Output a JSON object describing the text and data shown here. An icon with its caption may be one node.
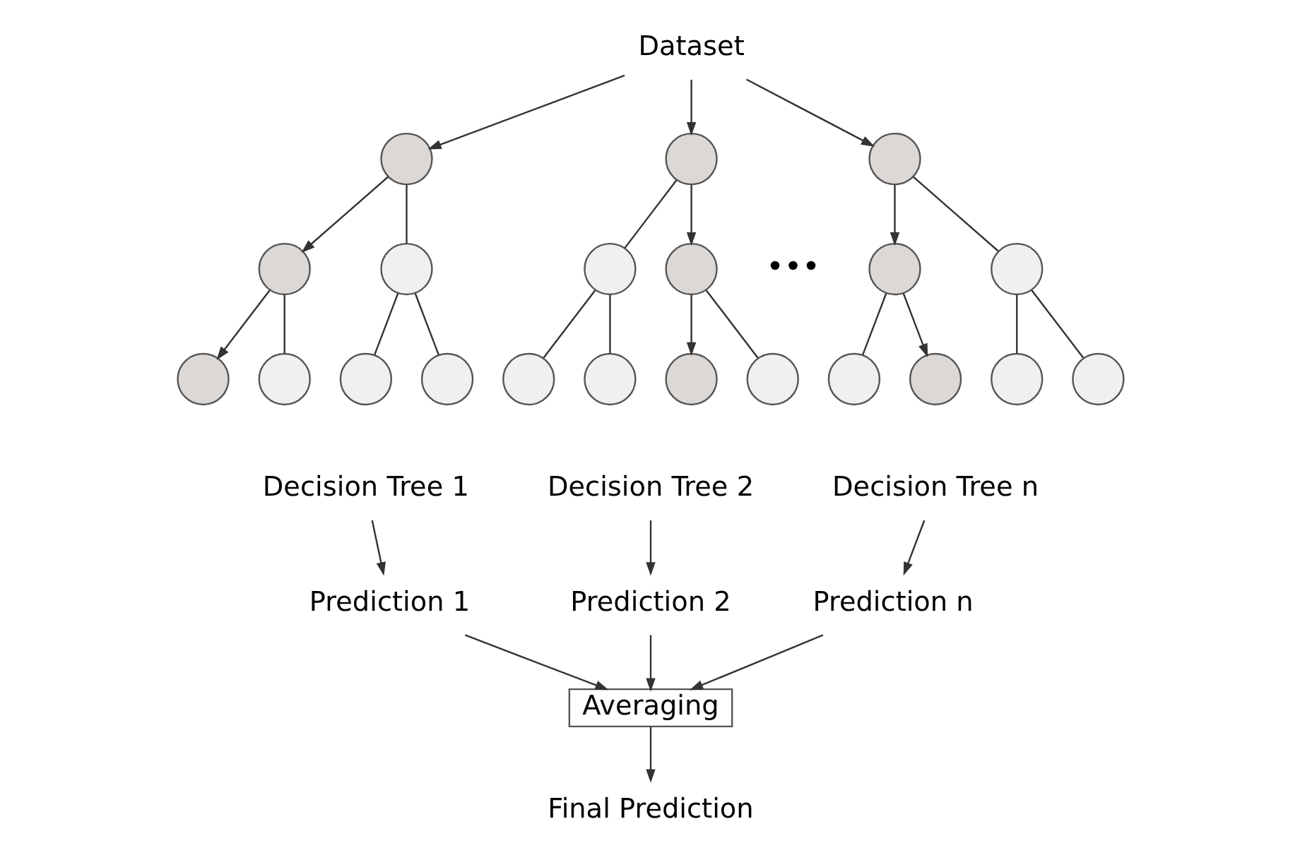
{
  "diagram": {
    "nodes": [
      {
        "text": [
          "Dataset"
        ]
      },
      {
        "text": [],
        "shape": "circle"
      },
      {
        "text": [],
        "shape": "circle"
      },
      {
        "text": [],
        "shape": "circle"
      },
      {
        "text": [],
        "shape": "circle"
      },
      {
        "text": [],
        "shape": "circle"
      },
      {
        "text": [],
        "shape": "circle"
      },
      {
        "text": [],
        "shape": "circle"
      },
      {
        "text": [],
        "shape": "circle"
      },
      {
        "text": [],
        "shape": "circle"
      },
      {
        "text": [],
        "shape": "circle"
      },
      {
        "text": [],
        "shape": "circle"
      },
      {
        "text": [],
        "shape": "circle"
      },
      {
        "text": [],
        "shape": "circle"
      },
      {
        "text": [],
        "shape": "circle"
      },
      {
        "text": [],
        "shape": "circle"
      },
      {
        "text": [],
        "shape": "circle"
      },
      {
        "text": [],
        "shape": "circle"
      },
      {
        "text": [],
        "shape": "circle"
      },
      {
        "text": [],
        "shape": "circle"
      },
      {
        "text": [],
        "shape": "circle"
      },
      {
        "text": [],
        "shape": "circle"
      },
      {
        "text": [
          "Decision Tree 1"
        ]
      },
      {
        "text": [
          "Decision Tree 2"
        ]
      },
      {
        "text": [
          "Decision Tree n"
        ]
      },
      {
        "text": [
          "Prediction 1"
        ]
      },
      {
        "text": [
          "Prediction 2"
        ]
      },
      {
        "text": [
          "Prediction n"
        ]
      },
      {
        "text": [
          "Averaging"
        ]
      },
      {
        "text": [
          "Final Prediction"
        ]
      }
    ],
    "edges": [
      {
        "from": 0,
        "to": 1,
        "arrow": "to"
      },
      {
        "from": 0,
        "to": 2,
        "arrow": "to"
      },
      {
        "from": 0,
        "to": 3,
        "arrow": "to"
      },
      {
        "from": 1,
        "to": 4,
        "arrow": "to"
      },
      {
        "from": 1,
        "to": 5,
        "arrow": "none"
      },
      {
        "from": 4,
        "to": 10,
        "arrow": "to"
      },
      {
        "from": 4,
        "to": 11,
        "arrow": "none"
      },
      {
        "from": 5,
        "to": 12,
        "arrow": "none"
      },
      {
        "from": 5,
        "to": 13,
        "arrow": "none"
      },
      {
        "from": 2,
        "to": 6,
        "arrow": "none"
      },
      {
        "from": 2,
        "to": 7,
        "arrow": "to"
      },
      {
        "from": 6,
        "to": 14,
        "arrow": "none"
      },
      {
        "from": 6,
        "to": 15,
        "arrow": "none"
      },
      {
        "from": 7,
        "to": 16,
        "arrow": "to"
      },
      {
        "from": 7,
        "to": 17,
        "arrow": "none"
      },
      {
        "from": 3,
        "to": 8,
        "arrow": "to"
      },
      {
        "from": 3,
        "to": 9,
        "arrow": "none"
      },
      {
        "from": 8,
        "to": 18,
        "arrow": "none"
      },
      {
        "from": 8,
        "to": 19,
        "arrow": "to"
      },
      {
        "from": 9,
        "to": 20,
        "arrow": "none"
      },
      {
        "from": 9,
        "to": 21,
        "arrow": "none"
      },
      {
        "from": 22,
        "to": 25,
        "arrow": "to"
      },
      {
        "from": 23,
        "to": 26,
        "arrow": "to"
      },
      {
        "from": 24,
        "to": 27,
        "arrow": "to"
      },
      {
        "from": 25,
        "to": 28,
        "arrow": "to"
      },
      {
        "from": 26,
        "to": 28,
        "arrow": "to"
      },
      {
        "from": 27,
        "to": 28,
        "arrow": "to"
      },
      {
        "from": 28,
        "to": 29,
        "arrow": "to"
      }
    ],
    "labels": [
      "•••"
    ]
  }
}
